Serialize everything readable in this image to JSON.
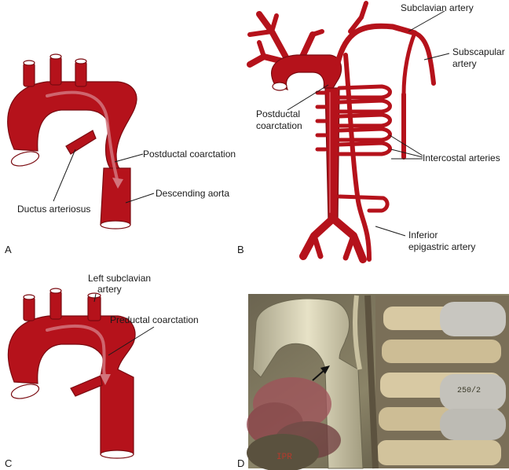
{
  "panels": {
    "A": {
      "letter": "A",
      "labels": {
        "postductal_coarctation": "Postductal coarctation",
        "ductus_arteriosus": "Ductus arteriosus",
        "descending_aorta": "Descending aorta"
      }
    },
    "B": {
      "letter": "B",
      "labels": {
        "subclavian_artery": "Subclavian artery",
        "subscapular_artery_line1": "Subscapular",
        "subscapular_artery_line2": "artery",
        "postductal_coarctation_line1": "Postductal",
        "postductal_coarctation_line2": "coarctation",
        "intercostal_arteries": "Intercostal arteries",
        "inferior_epigastric_line1": "Inferior",
        "inferior_epigastric_line2": "epigastric artery"
      }
    },
    "C": {
      "letter": "C",
      "labels": {
        "left_subclavian_line1": "Left subclavian",
        "left_subclavian_line2": "artery",
        "preductal_coarctation": "Preductal coarctation"
      }
    },
    "D": {
      "letter": "D",
      "image_text": {
        "corner_mark": "IPR",
        "scan_number": "250/2"
      }
    }
  },
  "colors": {
    "vessel_red": "#b5121b",
    "vessel_dark": "#7a0a10",
    "ct_bone": "#d8c9a3"
  }
}
